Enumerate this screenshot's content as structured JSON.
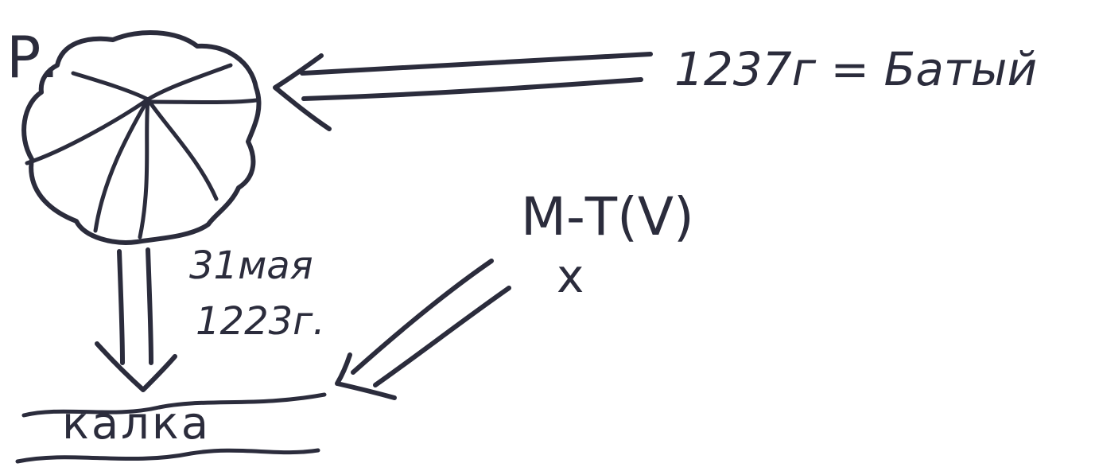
{
  "labels": {
    "russia": "Р.",
    "batu": "1237г = Батый",
    "mongols": "М-Т(V)",
    "cross": "x",
    "date": "31мая",
    "year": "1223г.",
    "river": "калка"
  },
  "colors": {
    "ink": "#2b2c3c",
    "paper": "#ffffff"
  }
}
